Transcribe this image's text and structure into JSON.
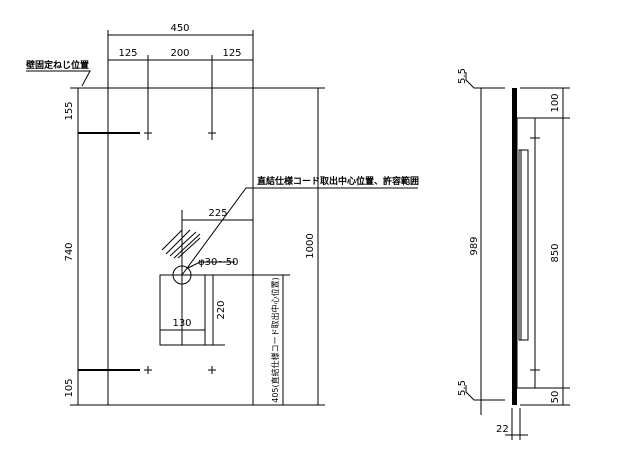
{
  "front_view": {
    "width_total": "450",
    "width_parts": [
      "125",
      "200",
      "125"
    ],
    "height_parts": [
      "155",
      "740",
      "105"
    ],
    "height_total": "1000",
    "hole_offset": "225",
    "hole_diameter": "φ30~50",
    "area_width": "130",
    "area_height": "220",
    "cord_height": "405(直結仕様コード取出中心位置)",
    "label_screw": "壁固定ねじ位置",
    "label_cord": "直結仕様コード取出中心位置、許容範囲"
  },
  "side_view": {
    "top_gap": "5.5",
    "bottom_gap": "5.5",
    "height": "989",
    "top_offset": "100",
    "body_height": "850",
    "bottom_offset": "50",
    "depth": "22"
  }
}
